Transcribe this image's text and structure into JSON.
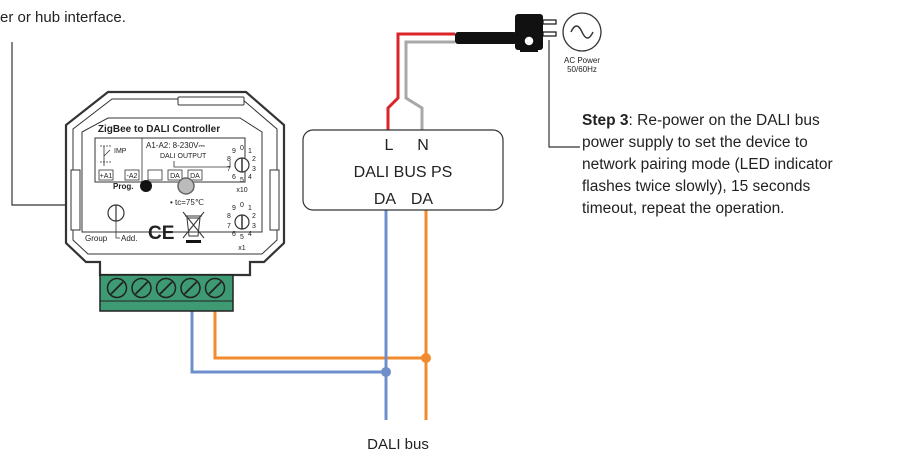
{
  "top_text": "er or hub interface.",
  "ac": {
    "label": "AC Power",
    "freq": "50/60Hz"
  },
  "power_supply": {
    "name": "DALI BUS PS",
    "terminal_l": "L",
    "terminal_n": "N",
    "terminal_da1": "DA",
    "terminal_da2": "DA"
  },
  "step": {
    "label": "Step 3",
    "line1": ": Re-power on the DALI bus",
    "line2": "power supply to set the device to",
    "line3": "network pairing mode (LED indicator",
    "line4": "flashes twice slowly), 15 seconds",
    "line5": "timeout, repeat the operation."
  },
  "bus_label": "DALI bus",
  "controller": {
    "title": "ZigBee to DALI Controller",
    "imp": "IMP",
    "spec": "A1-A2: 8-230V⎓",
    "output": "DALI OUTPUT",
    "t_a1": "+A1",
    "t_a2": "-A2",
    "t_da1": "DA",
    "t_da2": "DA",
    "prog": "Prog.",
    "tc": "• tc=75℃",
    "group": "Group",
    "add": "Add.",
    "ce": "CE",
    "x10": "x10",
    "x1": "x1",
    "dial_top": [
      "9",
      "0",
      "1"
    ],
    "dial_mid_left": [
      "8",
      "7"
    ],
    "dial_mid_right": [
      "2",
      "3"
    ],
    "dial_bottom": [
      "6",
      "5",
      "4"
    ]
  },
  "colors": {
    "blue_wire": "#6f8fcc",
    "orange_wire": "#f28a2e",
    "red_wire": "#d9252a",
    "gray_wire": "#a8a8a8",
    "terminal_green": "#3d9a72",
    "outline": "#333333"
  }
}
